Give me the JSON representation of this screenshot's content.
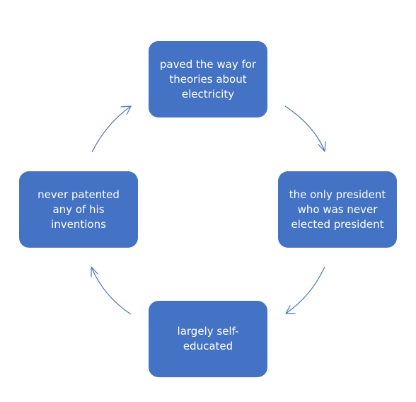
{
  "diagram": {
    "nodes": [
      {
        "id": "top",
        "label": "paved the way for theories about electricity"
      },
      {
        "id": "right",
        "label": "the only president who was never elected president"
      },
      {
        "id": "bottom",
        "label": "largely self-educated"
      },
      {
        "id": "left",
        "label": "never patented any of his inventions"
      }
    ],
    "edges": [
      {
        "from": "top",
        "to": "right"
      },
      {
        "from": "right",
        "to": "bottom"
      },
      {
        "from": "bottom",
        "to": "left"
      },
      {
        "from": "left",
        "to": "top"
      }
    ],
    "colors": {
      "node_fill": "#4472c4",
      "node_text": "#ffffff",
      "arrow": "#4a78c0"
    }
  }
}
